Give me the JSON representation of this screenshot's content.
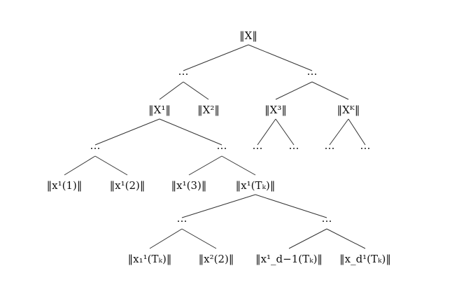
{
  "nodes": {
    "root": {
      "text": "‖X‖"
    },
    "d1a": {
      "text": "…"
    },
    "d1b": {
      "text": "…"
    },
    "X1": {
      "text": "‖X¹‖"
    },
    "X2": {
      "text": "‖X²‖"
    },
    "X3": {
      "text": "‖X³‖"
    },
    "XK": {
      "text": "‖Xᴷ‖"
    },
    "d2a": {
      "text": "…"
    },
    "d2b": {
      "text": "…"
    },
    "d2c": {
      "text": "…"
    },
    "d2d": {
      "text": "…"
    },
    "d2e": {
      "text": "…"
    },
    "d2f": {
      "text": "…"
    },
    "x1_1": {
      "text": "‖x¹(1)‖"
    },
    "x1_2": {
      "text": "‖x¹(2)‖"
    },
    "x1_3": {
      "text": "‖x¹(3)‖"
    },
    "x1_Tk": {
      "text": "‖x¹(Tₖ)‖"
    },
    "d3a": {
      "text": "…"
    },
    "d3b": {
      "text": "…"
    },
    "x11_Tk": {
      "text": "‖x₁¹(Tₖ)‖"
    },
    "x2_2": {
      "text": "‖x²(2)‖"
    },
    "x1dm1_Tk": {
      "text": "‖x¹_d−1(Tₖ)‖"
    },
    "x1d_Tk": {
      "text": "‖x_d¹(Tₖ)‖"
    }
  },
  "edges": [
    [
      "root",
      "d1a"
    ],
    [
      "root",
      "d1b"
    ],
    [
      "d1a",
      "X1"
    ],
    [
      "d1a",
      "X2"
    ],
    [
      "d1b",
      "X3"
    ],
    [
      "d1b",
      "XK"
    ],
    [
      "X1",
      "d2a"
    ],
    [
      "X1",
      "d2b"
    ],
    [
      "X3",
      "d2c"
    ],
    [
      "X3",
      "d2d"
    ],
    [
      "XK",
      "d2e"
    ],
    [
      "XK",
      "d2f"
    ],
    [
      "d2a",
      "x1_1"
    ],
    [
      "d2a",
      "x1_2"
    ],
    [
      "d2b",
      "x1_3"
    ],
    [
      "d2b",
      "x1_Tk"
    ],
    [
      "x1_Tk",
      "d3a"
    ],
    [
      "x1_Tk",
      "d3b"
    ],
    [
      "d3a",
      "x11_Tk"
    ],
    [
      "d3a",
      "x2_2"
    ],
    [
      "d3b",
      "x1dm1_Tk"
    ],
    [
      "d3b",
      "x1d_Tk"
    ]
  ]
}
